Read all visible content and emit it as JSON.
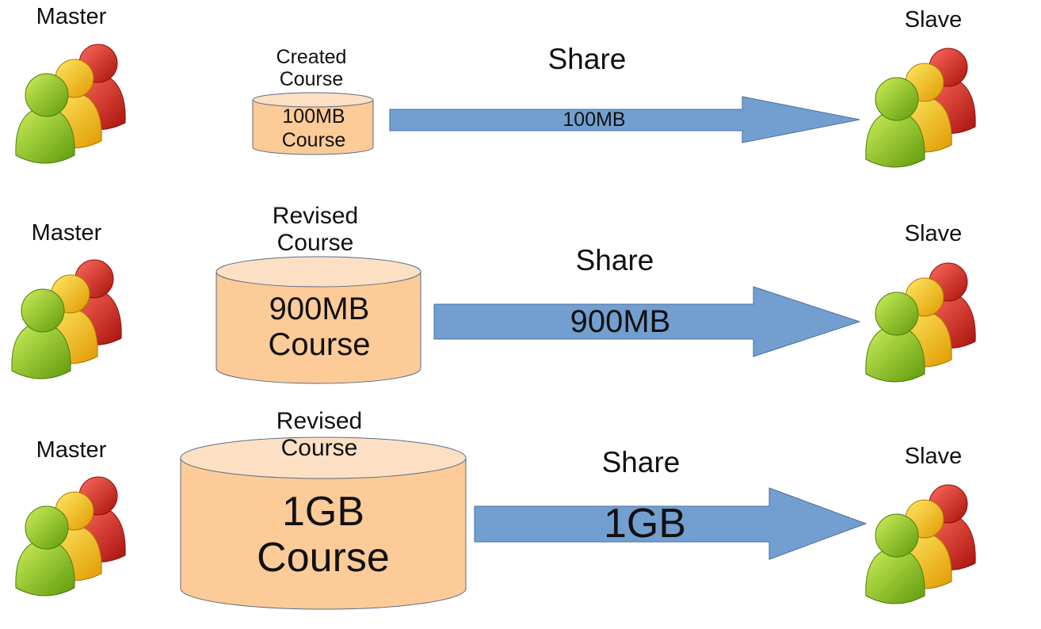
{
  "rows": [
    {
      "master_label": "Master",
      "slave_label": "Slave",
      "course_caption": [
        "Created",
        "Course"
      ],
      "course_text": [
        "100MB",
        "Course"
      ],
      "share_label": "Share",
      "arrow_label": "100MB"
    },
    {
      "master_label": "Master",
      "slave_label": "Slave",
      "course_caption": [
        "Revised",
        "Course"
      ],
      "course_text": [
        "900MB",
        "Course"
      ],
      "share_label": "Share",
      "arrow_label": "900MB"
    },
    {
      "master_label": "Master",
      "slave_label": "Slave",
      "course_caption": [
        "Revised",
        "Course"
      ],
      "course_text": [
        "1GB",
        "Course"
      ],
      "share_label": "Share",
      "arrow_label": "1GB"
    }
  ],
  "icons": {
    "users": "users-group-icon"
  },
  "colors": {
    "cylinder_fill": "#fccb97",
    "cylinder_top": "#fde0c4",
    "arrow_fill": "#729fcf",
    "user_red": "#d9221c",
    "user_yellow": "#ffcc00",
    "user_green": "#8dc21f"
  }
}
